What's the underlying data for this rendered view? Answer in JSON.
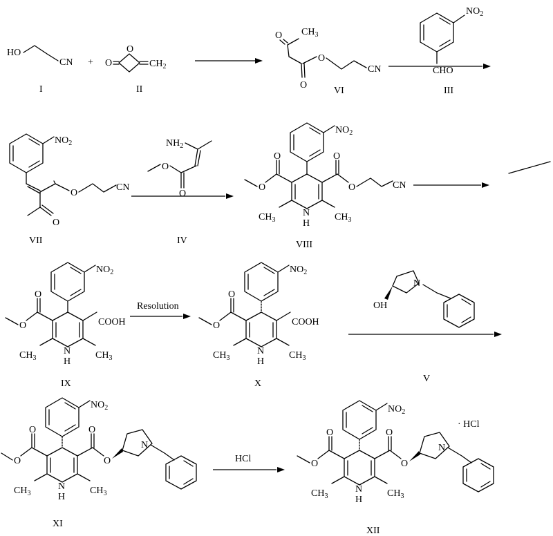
{
  "compounds": {
    "I": "I",
    "II": "II",
    "III": "III",
    "IV": "IV",
    "V": "V",
    "VI": "VI",
    "VII": "VII",
    "VIII": "VIII",
    "IX": "IX",
    "X": "X",
    "XI": "XI",
    "XII": "XII"
  },
  "atoms": {
    "ho": "HO",
    "oh": "OH",
    "cn": "CN",
    "o": "O",
    "ch2": "CH",
    "two": "2",
    "no": "NO",
    "cho": "CHO",
    "ch3": "CH",
    "three": "3",
    "nh2": "NH",
    "n": "N",
    "h": "H",
    "cooh": "COOH",
    "plus": "+"
  },
  "conditions": {
    "resolution": "Resolution",
    "hcl": "HCl",
    "salt": "· HCl"
  }
}
